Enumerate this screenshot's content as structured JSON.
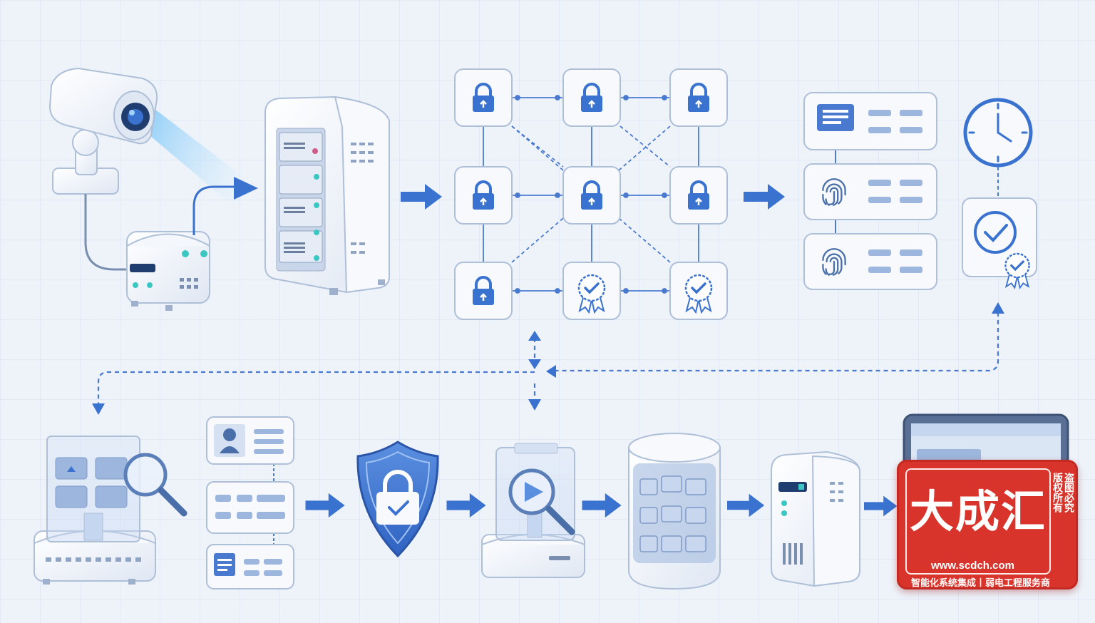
{
  "diagram": {
    "colors": {
      "background": "#eef3fa",
      "accent": "#3a72d0",
      "card_fill": "#f7f9fd",
      "card_stroke": "#aebfd8",
      "stamp_red": "#d9342b"
    },
    "top_row": [
      "surveillance-camera",
      "poe-switch",
      "server-rack",
      "encrypted-blockchain-grid",
      "identity-records",
      "timestamp-clock",
      "certified-document"
    ],
    "bottom_row": [
      "evidence-inspection-terminal",
      "user-profile-cards",
      "security-shield",
      "video-review-scanner",
      "storage-cylinder",
      "storage-server",
      "monitor-display"
    ],
    "grid_nodes": [
      "lock",
      "lock",
      "lock",
      "lock",
      "lock",
      "lock",
      "lock",
      "certified-badge",
      "certified-badge"
    ]
  },
  "watermark": {
    "brand": "大成汇",
    "url": "www.scdch.com",
    "slogan": "智能化系统集成丨弱电工程服务商",
    "side_left": "版权所有",
    "side_right": "盗图必究"
  }
}
